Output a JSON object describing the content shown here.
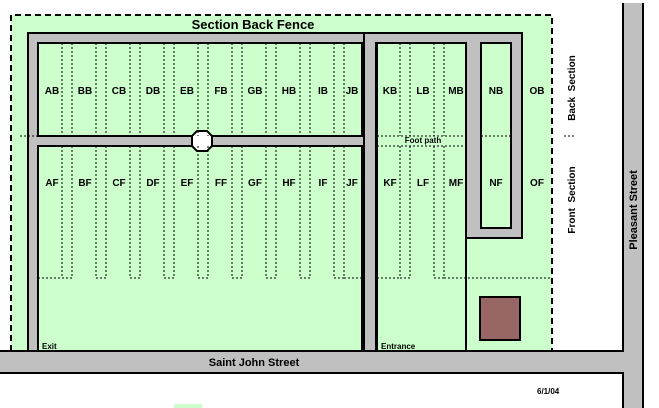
{
  "title": "Section Back Fence",
  "streets": {
    "bottom": "Saint John Street",
    "right": "Pleasant Street"
  },
  "section_labels": {
    "back": "Back  Section",
    "front": "Front  Section"
  },
  "foot_path": "Foot path",
  "exit": "Exit",
  "entrance": "Entrance",
  "date": "6/1/04",
  "back_lots": [
    "AB",
    "BB",
    "CB",
    "DB",
    "EB",
    "FB",
    "GB",
    "HB",
    "IB",
    "JB",
    "KB",
    "LB",
    "MB",
    "NB",
    "OB"
  ],
  "front_lots": [
    "AF",
    "BF",
    "CF",
    "DF",
    "EF",
    "FF",
    "GF",
    "HF",
    "IF",
    "JF",
    "KF",
    "LF",
    "MF",
    "NF",
    "OF"
  ],
  "colors": {
    "grass": "#ccffcc",
    "road": "#c0c0c0",
    "building": "#996666"
  }
}
